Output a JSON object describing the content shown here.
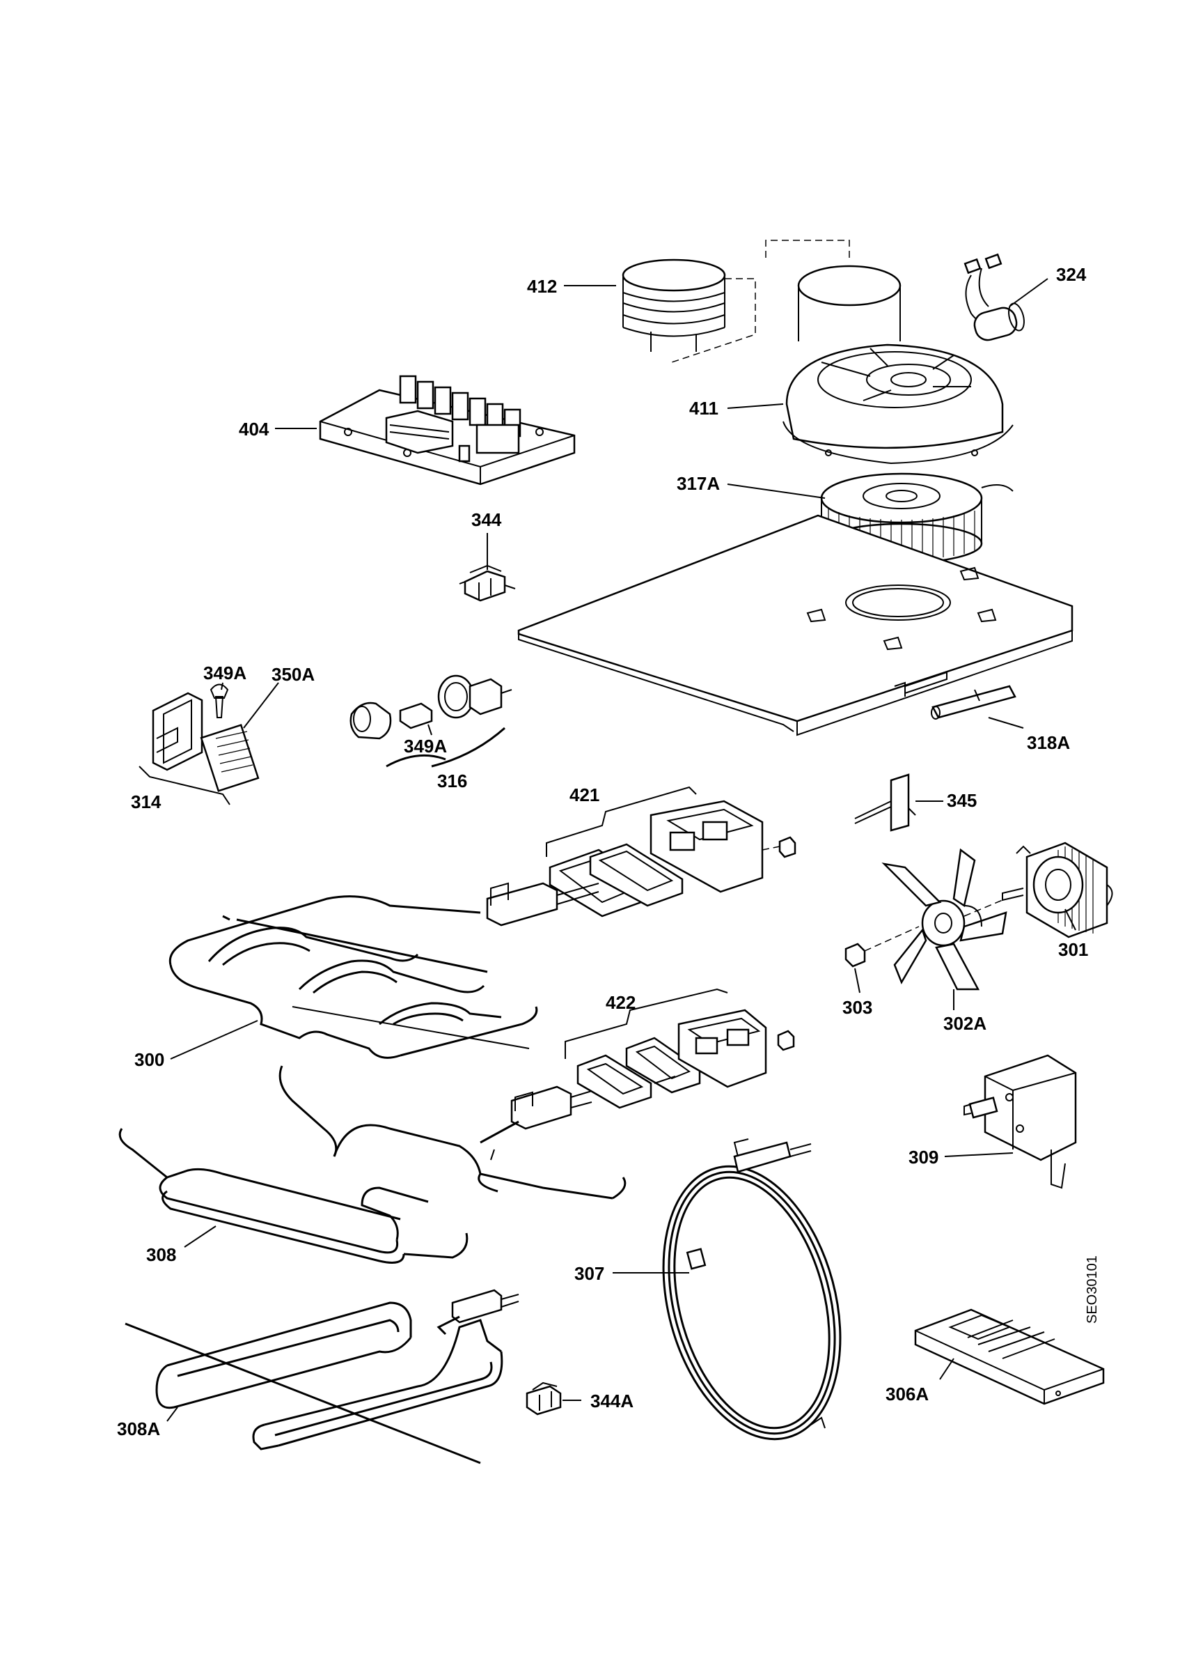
{
  "labels": {
    "p412": "412",
    "p324": "324",
    "p404": "404",
    "p411": "411",
    "p317A": "317A",
    "p344": "344",
    "p349A_top": "349A",
    "p350A": "350A",
    "p349A_mid": "349A",
    "p316": "316",
    "p314": "314",
    "p318A": "318A",
    "p421": "421",
    "p345": "345",
    "p301": "301",
    "p303": "303",
    "p302A": "302A",
    "p300": "300",
    "p422": "422",
    "p309": "309",
    "p308": "308",
    "p307": "307",
    "p308A": "308A",
    "p344A": "344A",
    "p306A": "306A"
  },
  "drawing_code": "SEO30101",
  "colors": {
    "line": "#000000",
    "background": "#ffffff"
  }
}
